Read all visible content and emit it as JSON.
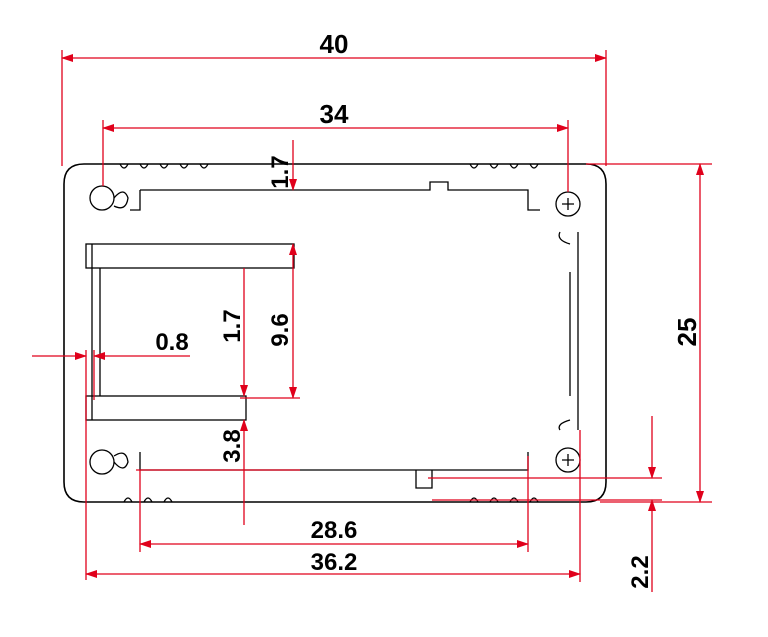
{
  "colors": {
    "outline": "#000000",
    "dimension": "#e0001b"
  },
  "dimensions": {
    "overall_width": "40",
    "inner_width": "34",
    "height": "25",
    "wall_top": "1.7",
    "slot_offset": "1.7",
    "slot_span": "9.6",
    "wall_side": "0.8",
    "rail_height": "3.8",
    "bottom_inner": "28.6",
    "bottom_outer": "36.2",
    "foot_offset": "2.2"
  }
}
